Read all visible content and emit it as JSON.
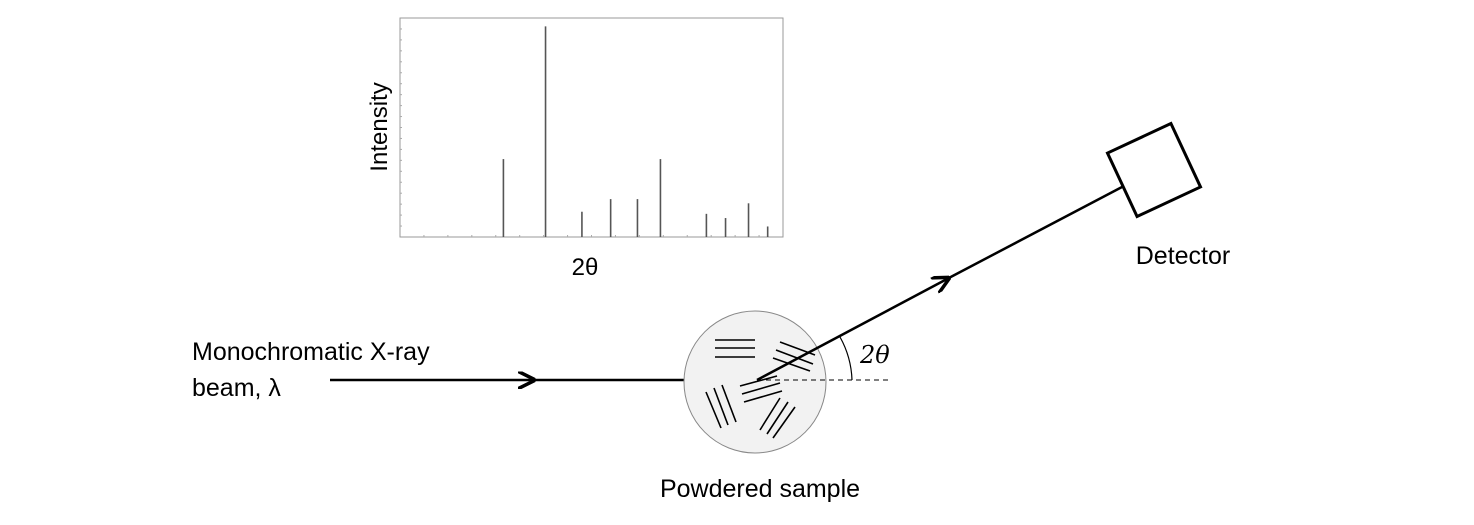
{
  "chart_data": {
    "type": "bar",
    "title": "",
    "xlabel": "2θ",
    "ylabel": "Intensity",
    "xlim": [
      0,
      100
    ],
    "ylim": [
      0,
      104
    ],
    "grid": false,
    "x": [
      27,
      38,
      47.5,
      55,
      62,
      68,
      80,
      85,
      91,
      96
    ],
    "values": [
      37,
      100,
      12,
      18,
      18,
      37,
      11,
      9,
      16,
      5
    ]
  },
  "labels": {
    "beam_line1": "Monochromatic X-ray",
    "beam_line2": "beam, λ",
    "angle": "2θ",
    "detector": "Detector",
    "sample": "Powdered sample"
  },
  "colors": {
    "sample_fill": "#f2f2f2",
    "line": "#000000",
    "peak": "#555555"
  }
}
